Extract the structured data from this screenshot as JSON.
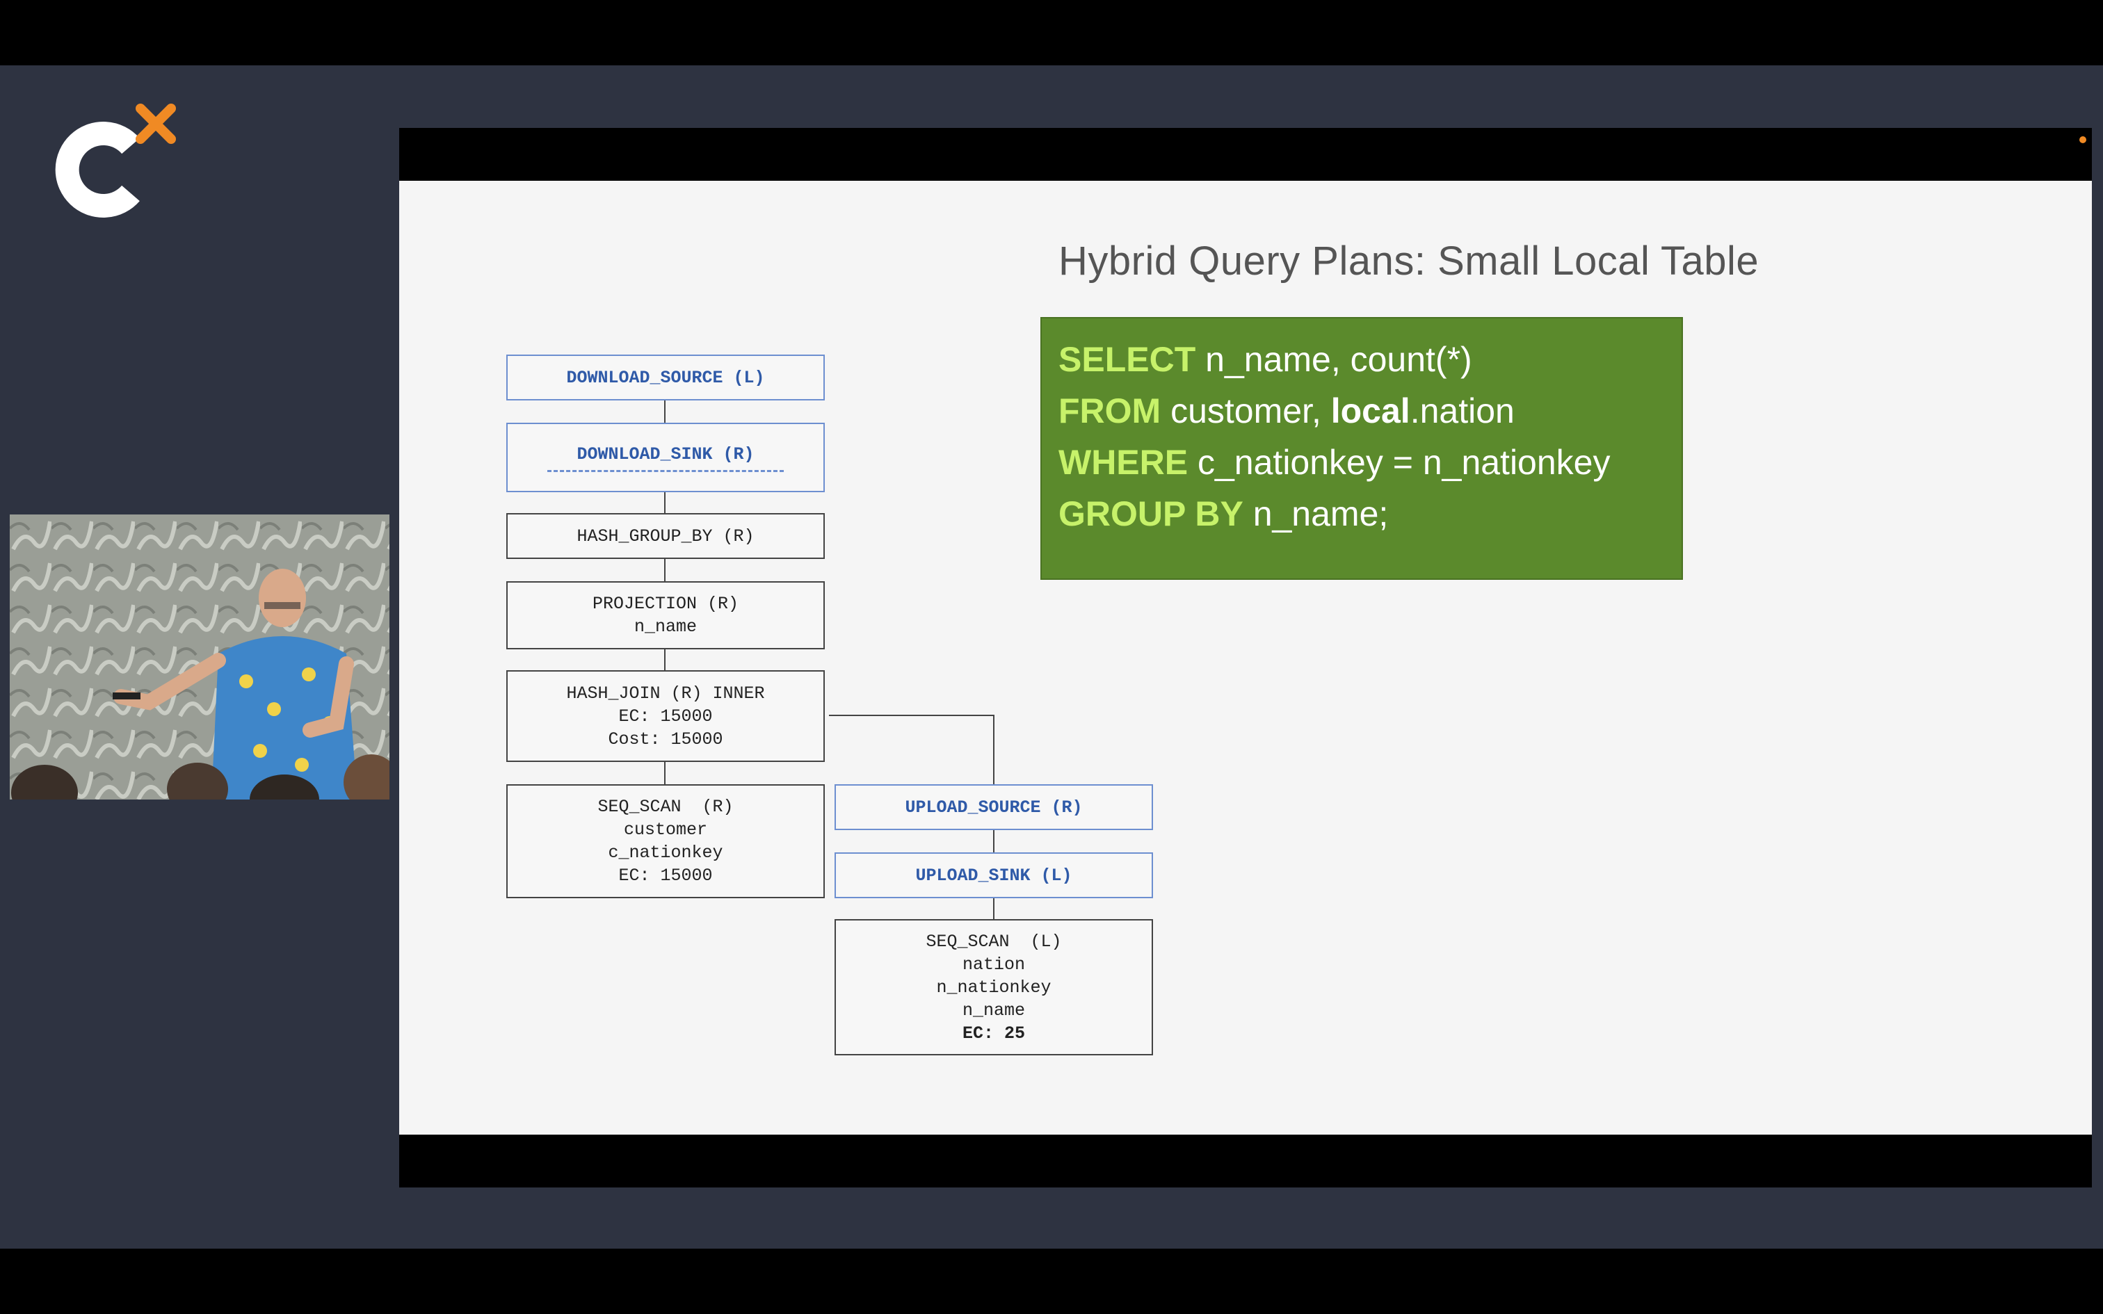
{
  "slide": {
    "title": "Hybrid Query Plans: Small Local Table",
    "sql": {
      "line1_kw": "SELECT",
      "line1_rest": " n_name, count(*)",
      "line2_kw": " FROM",
      "line2_a": " customer, ",
      "line2_local": "local",
      "line2_b": ".nation",
      "line3_kw": "WHERE",
      "line3_rest": " c_nationkey = n_nationkey",
      "line4_kw": "GROUP BY",
      "line4_rest": " n_name;"
    },
    "plan": {
      "download_source": "DOWNLOAD_SOURCE (L)",
      "download_sink": "DOWNLOAD_SINK (R)",
      "hash_group_by": "HASH_GROUP_BY (R)",
      "projection": [
        "PROJECTION (R)",
        "n_name"
      ],
      "hash_join": [
        "HASH_JOIN (R) INNER",
        "EC: 15000",
        "Cost: 15000"
      ],
      "seq_scan_r": [
        "SEQ_SCAN  (R)",
        "customer",
        "c_nationkey",
        "EC: 15000"
      ],
      "upload_source": "UPLOAD_SOURCE (R)",
      "upload_sink": "UPLOAD_SINK (L)",
      "seq_scan_l": [
        "SEQ_SCAN  (L)",
        "nation",
        "n_nationkey",
        "n_name",
        "EC: 25"
      ]
    }
  },
  "colors": {
    "background": "#2e3341",
    "slide": "#f5f5f5",
    "sql_box": "#5b8a2c",
    "sql_keyword": "#c7f26a",
    "operator_blue": "#2f5aa8",
    "logo_accent": "#f08a24"
  },
  "icons": {
    "logo": "c-x-logo-icon",
    "recording": "recording-dot-icon"
  }
}
